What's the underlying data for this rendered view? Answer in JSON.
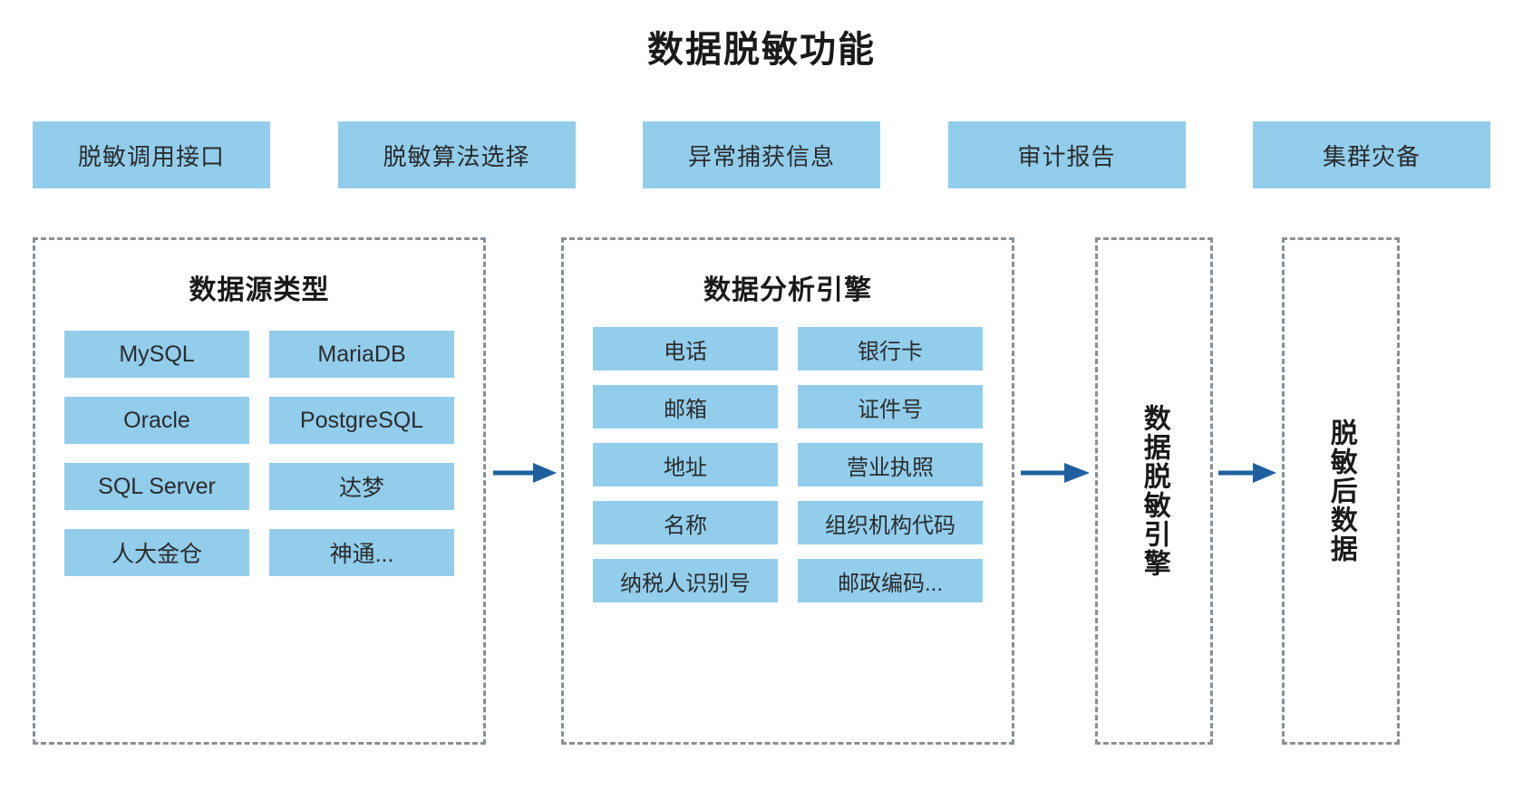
{
  "title": "数据脱敏功能",
  "colors": {
    "chip_fill": "#92cdec",
    "arrow": "#1f5fa0",
    "panel_border": "#8a8f96",
    "text": "#262626",
    "background": "#ffffff"
  },
  "features": [
    {
      "label": "脱敏调用接口"
    },
    {
      "label": "脱敏算法选择"
    },
    {
      "label": "异常捕获信息"
    },
    {
      "label": "审计报告"
    },
    {
      "label": "集群灾备"
    }
  ],
  "panels": {
    "source": {
      "title": "数据源类型",
      "items": [
        "MySQL",
        "MariaDB",
        "Oracle",
        "PostgreSQL",
        "SQL Server",
        "达梦",
        "人大金仓",
        "神通..."
      ]
    },
    "engine": {
      "title": "数据分析引擎",
      "items": [
        "电话",
        "银行卡",
        "邮箱",
        "证件号",
        "地址",
        "营业执照",
        "名称",
        "组织机构代码",
        "纳税人识别号",
        "邮政编码..."
      ]
    },
    "masking": {
      "title": "数据脱敏引擎"
    },
    "output": {
      "title": "脱敏后数据"
    }
  },
  "arrows": [
    {
      "name": "source-to-engine"
    },
    {
      "name": "engine-to-masking"
    },
    {
      "name": "masking-to-output"
    }
  ]
}
